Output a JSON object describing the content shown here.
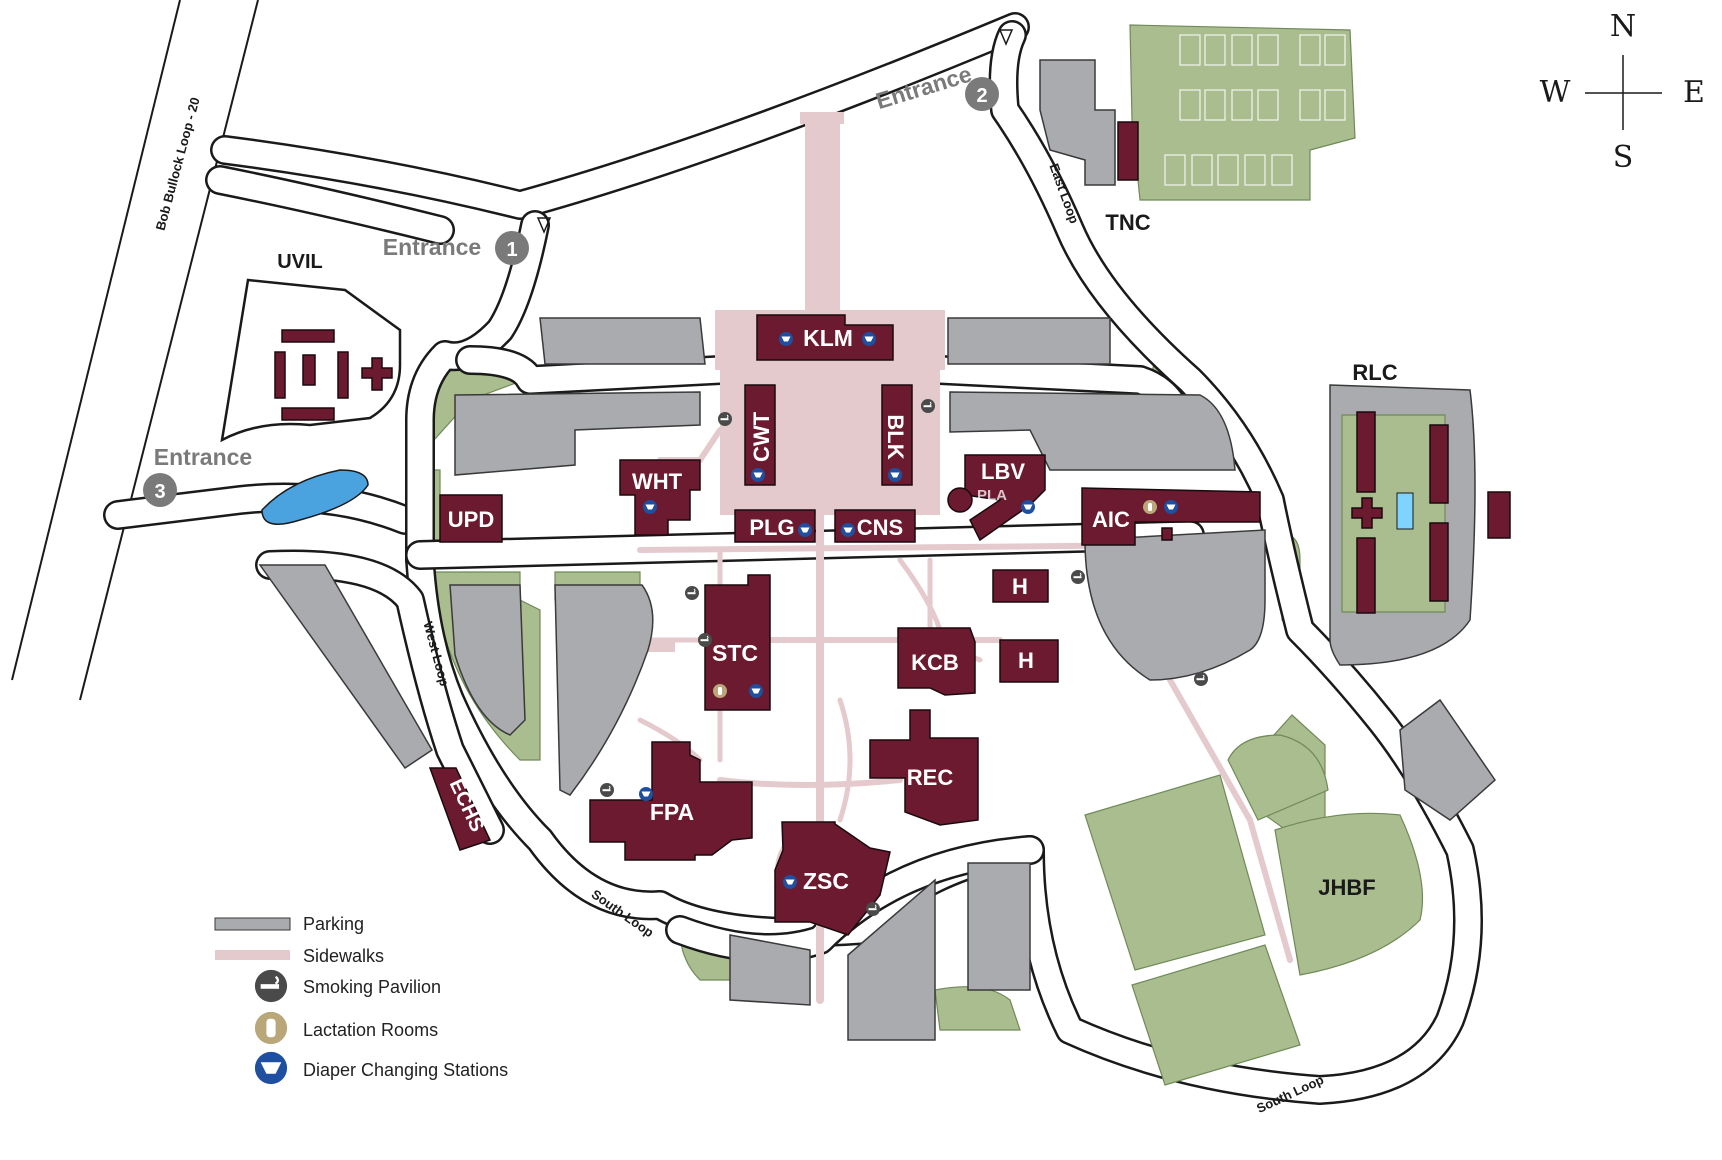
{
  "colors": {
    "building": "#6b1a2f",
    "parking": "#a9abae",
    "sidewalk": "#e4c9cd",
    "grass": "#a9bd8f",
    "water": "#4aa3df",
    "smoking": "#4a4a4a",
    "lactation": "#b9a77a",
    "diaper": "#1f4fa0"
  },
  "compass": {
    "north": "N",
    "south": "S",
    "east": "E",
    "west": "W"
  },
  "roads": {
    "bob_bullock": "Bob Bullock Loop - 20",
    "east_loop": "East Loop",
    "west_loop": "West Loop",
    "south_loop_1": "South Loop",
    "south_loop_2": "South Loop"
  },
  "entrances": [
    {
      "label": "Entrance",
      "number": "1"
    },
    {
      "label": "Entrance",
      "number": "2"
    },
    {
      "label": "Entrance",
      "number": "3"
    }
  ],
  "buildings": {
    "klm": "KLM",
    "cwt": "CWT",
    "blk": "BLK",
    "wht": "WHT",
    "lbv": "LBV",
    "pla": "PLA",
    "upd": "UPD",
    "plg": "PLG",
    "cns": "CNS",
    "aic": "AIC",
    "h1": "H",
    "h2": "H",
    "stc": "STC",
    "kcb": "KCB",
    "rec": "REC",
    "fpa": "FPA",
    "zsc": "ZSC",
    "echs": "ECHS",
    "uvil": "UVIL",
    "tnc": "TNC",
    "rlc": "RLC",
    "jhbf": "JHBF"
  },
  "icons": {
    "smoking": "smoking-pavilion-icon",
    "lactation": "lactation-room-icon",
    "diaper": "diaper-changing-icon"
  },
  "legend": {
    "parking": "Parking",
    "sidewalks": "Sidewalks",
    "smoking": "Smoking Pavilion",
    "lactation": "Lactation Rooms",
    "diaper": "Diaper Changing Stations"
  }
}
